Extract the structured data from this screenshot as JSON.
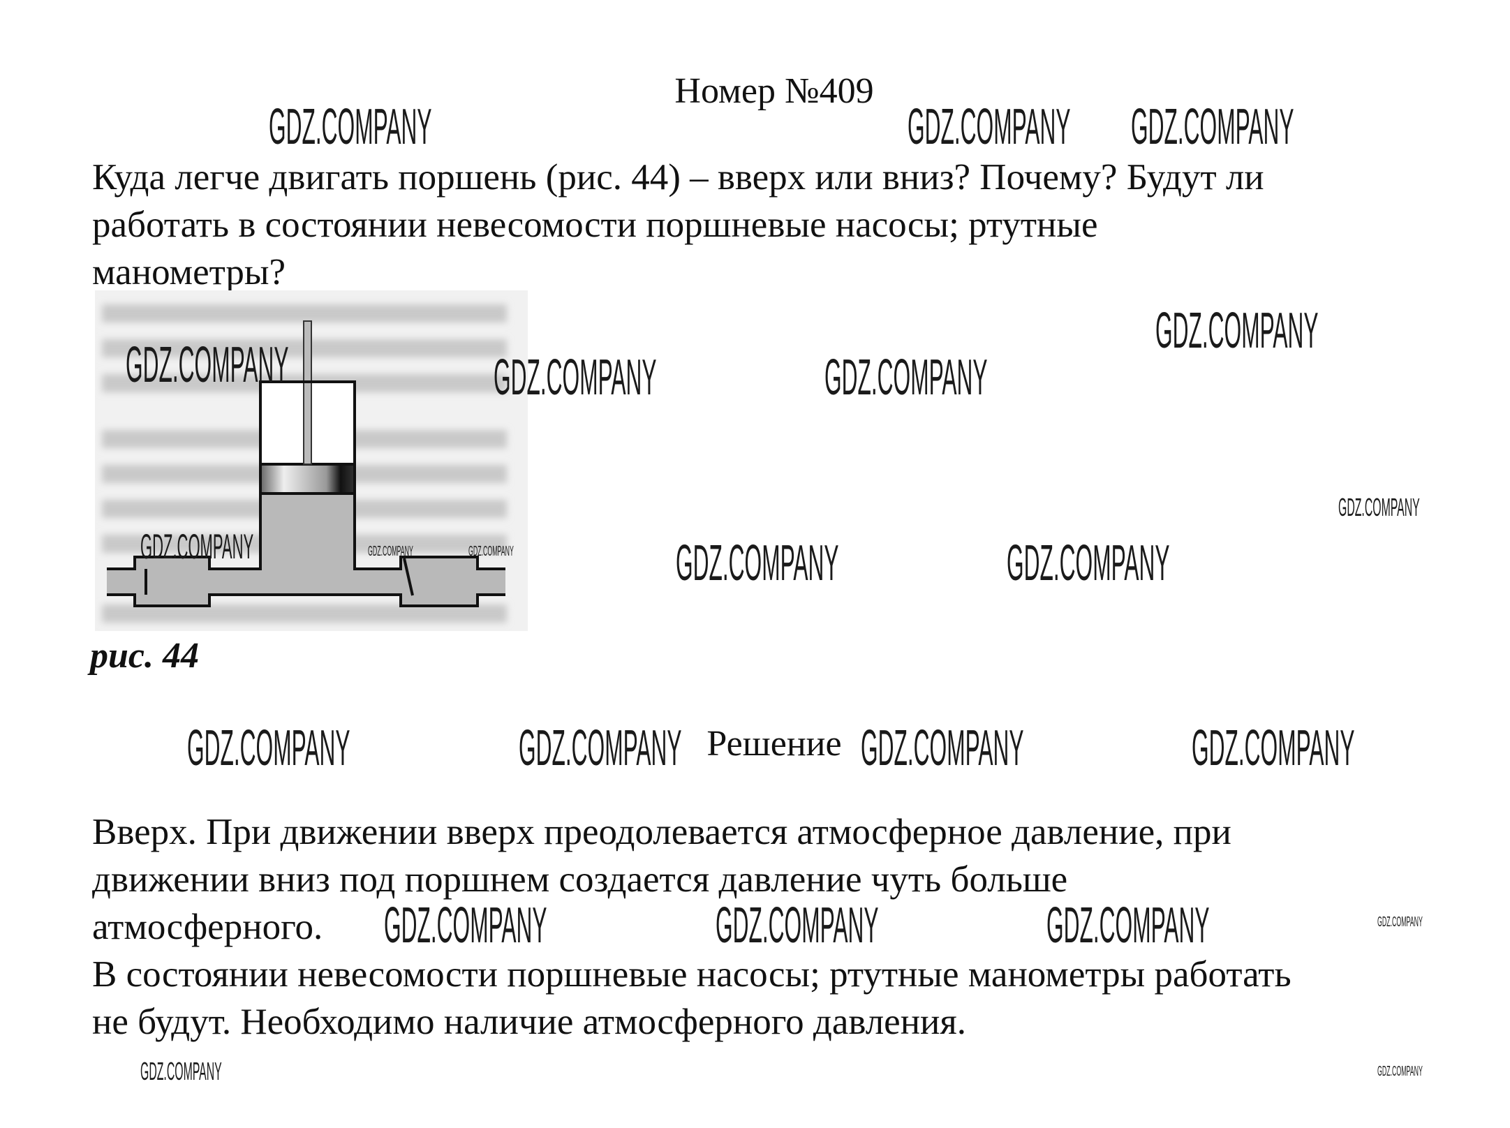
{
  "title": "Номер №409",
  "question": {
    "lines": [
      "Куда легче двигать поршень (рис. 44) – вверх или вниз? Почему? Будут ли",
      "работать в состоянии невесомости поршневые насосы; ртутные",
      "манометры?"
    ]
  },
  "figure": {
    "caption": "рис. 44"
  },
  "solution_heading": "Решение",
  "answer": {
    "lines": [
      "Вверх. При движении вверх преодолевается атмосферное давление, при",
      "движении вниз под поршнем создается давление чуть больше",
      "атмосферного.",
      "В состоянии невесомости поршневые насосы; ртутные манометры работать",
      "не будут. Необходимо наличие атмосферного давления."
    ]
  },
  "watermark": "GDZ.COMPANY",
  "colors": {
    "text": "#111111",
    "fluid": "#b9b9b9",
    "figure_bg": "#f1f1f1"
  }
}
